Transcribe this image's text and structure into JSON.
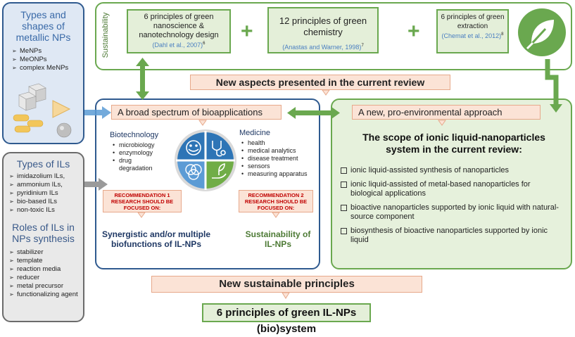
{
  "metallic": {
    "title": "Types and shapes of metallic NPs",
    "items": [
      "MeNPs",
      "MeONPs",
      "complex MeNPs"
    ]
  },
  "ils": {
    "types_title": "Types of ILs",
    "types": [
      "imidazolium ILs,",
      "ammonium ILs,",
      "pyridinium ILs",
      "bio-based ILs",
      "non-toxic ILs"
    ],
    "roles_title": "Roles of ILs in NPs synthesis",
    "roles": [
      "stabilizer",
      "template",
      "reaction media",
      "reducer",
      "metal precursor",
      "functionalizing agent"
    ]
  },
  "sustainability": {
    "vertical_label": "Sustainability",
    "principle1": {
      "text": "6 principles of green nanoscience & nanotechnology design",
      "cite": "(Dahl et al., 2007)",
      "ref": "6"
    },
    "principle2": {
      "text": "12 principles of green chemistry",
      "cite": "(Anastas and Warner, 1998)",
      "ref": "7"
    },
    "principle3": {
      "text": "6 principles of green extraction",
      "cite": "(Chemat et al., 2012)",
      "ref": "8"
    },
    "plus": "+",
    "leaf_icon": "leaf-icon"
  },
  "new_aspects": "New aspects presented in the current review",
  "broad": {
    "title": "A broad spectrum of bioapplications",
    "biotech_title": "Biotechnology",
    "biotech_items": [
      "microbiology",
      "enzymology",
      "drug degradation"
    ],
    "medicine_title": "Medicine",
    "medicine_items": [
      "health",
      "medical analytics",
      "disease treatment",
      "sensors",
      "measuring apparatus"
    ],
    "recom1": {
      "label": "RECOMMENDATION 1",
      "body": "RESEARCH SHOULD BE FOCUSED ON:"
    },
    "recom2": {
      "label": "RECOMMENDATION 2",
      "body": "RESEARCH SHOULD BE FOCUSED ON:"
    },
    "outcome1": "Synergistic and/or multiple biofunctions of IL-NPs",
    "outcome2": "Sustainability of IL-NPs",
    "icons": [
      "face-mask-icon",
      "stethoscope-icon",
      "venn-circles-icon",
      "hand-plant-icon"
    ]
  },
  "approach": {
    "title": "A new, pro-environmental approach",
    "scope_title": "The scope of ionic liquid-nanoparticles system in the current review:",
    "items": [
      "ionic liquid-assisted synthesis of nanoparticles",
      "ionic liquid-assisted of metal-based nanoparticles for biological applications",
      "bioactive nanoparticles supported by ionic liquid with natural-source component",
      "biosynthesis of bioactive nanoparticles supported by ionic liquid"
    ]
  },
  "new_principles": "New sustainable principles",
  "final": "6 principles of green IL-NPs (bio)system",
  "colors": {
    "green": "#6aa84f",
    "blue": "#2f5a8f",
    "peach": "#fbe3d6",
    "red": "#c00000"
  }
}
